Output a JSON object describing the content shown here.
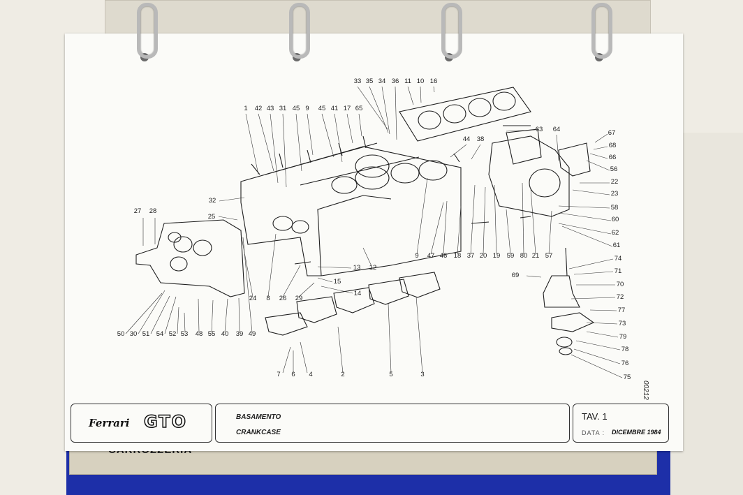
{
  "binder": {
    "tab_text": "CARROZZERIA"
  },
  "title_block": {
    "brand": "Ferrari",
    "model": "GTO",
    "title_it": "BASAMENTO",
    "title_en": "CRANKCASE",
    "tav": "TAV. 1",
    "data_label": "DATA :",
    "date": "DICEMBRE 1984"
  },
  "doc_number": "00212",
  "callouts": [
    "1",
    "42",
    "43",
    "31",
    "45",
    "9",
    "45",
    "41",
    "17",
    "65",
    "33",
    "35",
    "34",
    "36",
    "11",
    "10",
    "16",
    "63",
    "64",
    "67",
    "68",
    "66",
    "56",
    "22",
    "23",
    "58",
    "60",
    "62",
    "61",
    "44",
    "38",
    "32",
    "27",
    "28",
    "25",
    "13",
    "12",
    "15",
    "14",
    "8",
    "26",
    "29",
    "24",
    "9",
    "47",
    "46",
    "18",
    "37",
    "20",
    "19",
    "59",
    "80",
    "21",
    "57",
    "74",
    "71",
    "69",
    "70",
    "72",
    "77",
    "73",
    "79",
    "78",
    "76",
    "75",
    "50",
    "30",
    "51",
    "54",
    "52",
    "53",
    "48",
    "55",
    "40",
    "39",
    "49",
    "7",
    "6",
    "4",
    "2",
    "5",
    "3"
  ]
}
